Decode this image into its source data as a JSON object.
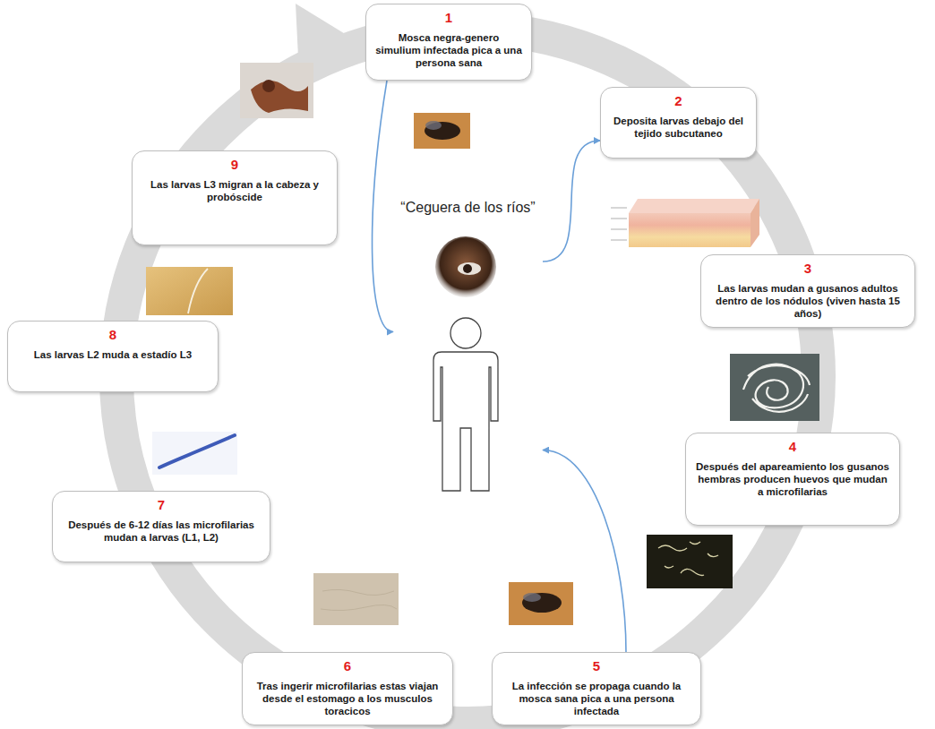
{
  "diagram": {
    "nodes": [
      {
        "text": [
          "1",
          "Mosca negra-genero simulium infectada pica a una persona sana"
        ]
      },
      {
        "text": [
          "2",
          "Deposita larvas debajo del tejido subcutaneo"
        ]
      },
      {
        "text": [
          "3",
          "Las larvas mudan a gusanos adultos dentro de los nódulos (viven hasta 15 años)"
        ]
      },
      {
        "text": [
          "4",
          "Después del apareamiento los gusanos hembras producen huevos que mudan a microfilarias"
        ]
      },
      {
        "text": [
          "5",
          "La infección se propaga cuando la mosca sana pica a una persona infectada"
        ]
      },
      {
        "text": [
          "6",
          "Tras ingerir microfilarias estas viajan desde el estomago a los musculos toracicos"
        ]
      },
      {
        "text": [
          "7",
          "Después de 6-12 días las microfilarias mudan a larvas (L1, L2)"
        ]
      },
      {
        "text": [
          "8",
          "Las larvas L2 muda a estadío L3"
        ]
      },
      {
        "text": [
          "9",
          "Las larvas L3 migran a la cabeza y probóscide"
        ]
      },
      {
        "text": [
          "“Ceguera de los ríos”"
        ]
      }
    ],
    "edges": [
      {
        "from": 0,
        "to": 9,
        "arrow": "to"
      },
      {
        "from": 9,
        "to": 1,
        "arrow": "to"
      },
      {
        "from": 4,
        "to": 9,
        "arrow": "to"
      }
    ]
  }
}
